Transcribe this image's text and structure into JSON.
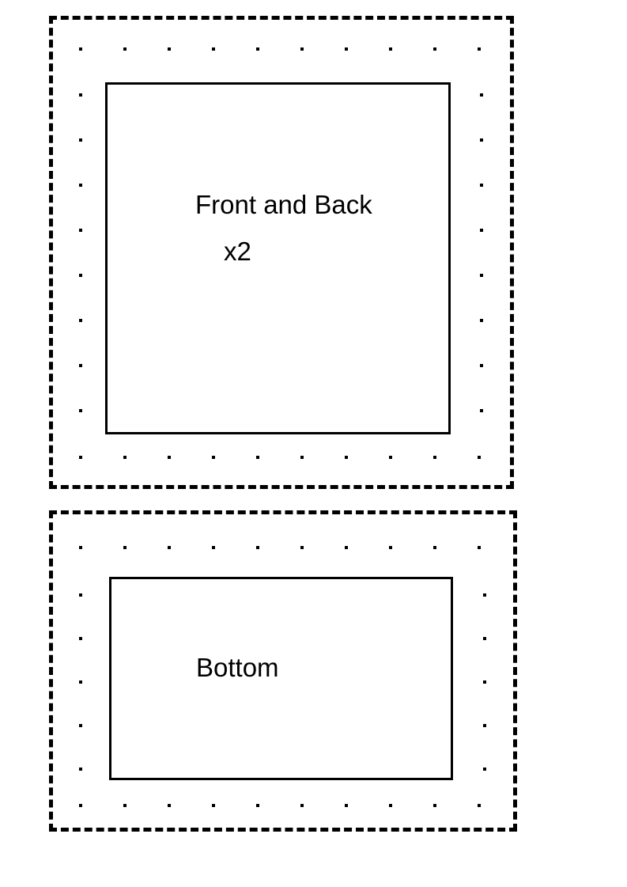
{
  "diagram": {
    "pieces": [
      {
        "label": "Front and Back",
        "quantity": "x2"
      },
      {
        "label": "Bottom"
      }
    ]
  }
}
